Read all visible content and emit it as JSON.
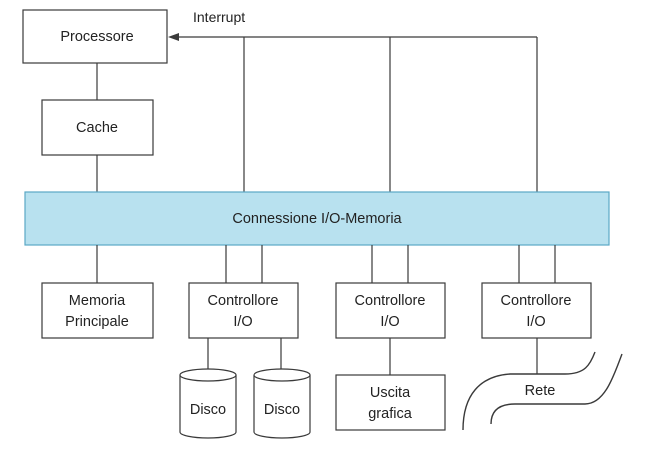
{
  "diagram": {
    "processor": "Processore",
    "cache": "Cache",
    "interrupt": "Interrupt",
    "bus": "Connessione I/O-Memoria",
    "memory": [
      "Memoria",
      "Principale"
    ],
    "controllers": [
      [
        "Controllore",
        "I/O"
      ],
      [
        "Controllore",
        "I/O"
      ],
      [
        "Controllore",
        "I/O"
      ]
    ],
    "disks": [
      "Disco",
      "Disco"
    ],
    "graphics": [
      "Uscita",
      "grafica"
    ],
    "network": "Rete"
  }
}
